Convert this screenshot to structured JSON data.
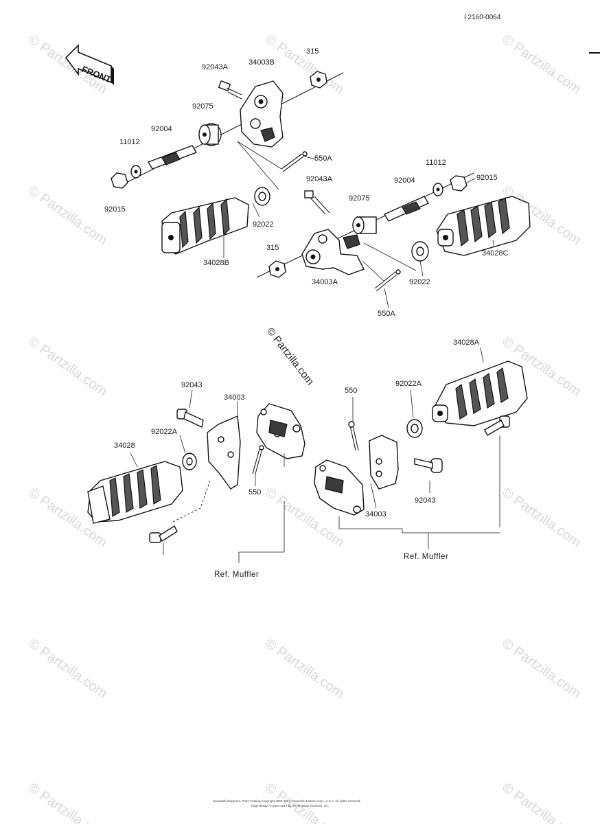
{
  "diagram_id": "I 2160-0064",
  "front_label": "FRONT",
  "watermark_text": "© Partzilla.com",
  "center_watermark": "© Partzilla.com",
  "footer_line_1": "Kawasaki Diagrams, Parts Catalog Copyright 1999-2017, Kawasaki Motors Corp., U.S.A. All rights reserved.",
  "footer_line_2": "Page design © 2004-2017 by ARI Network Services, Inc.",
  "labels": {
    "p92043A_top": "92043A",
    "p34003B": "34003B",
    "p315_top": "315",
    "p92075_left": "92075",
    "p92004_left": "92004",
    "p11012_left": "11012",
    "p550A_top": "550A",
    "p92015_left": "92015",
    "p92022_left": "92022",
    "p34028B": "34028B",
    "p92043A_mid": "92043A",
    "p92075_right": "92075",
    "p92004_right": "92004",
    "p11012_right": "11012",
    "p92015_right": "92015",
    "p315_mid": "315",
    "p34003A": "34003A",
    "p34028C": "34028C",
    "p92022_right": "92022",
    "p550A_mid": "550A",
    "p34028A": "34028A",
    "p92043_left": "92043",
    "p34003_left": "34003",
    "p92022A_left": "92022A",
    "p34028": "34028",
    "p550_left": "550",
    "p550_right": "550",
    "p92022A_right": "92022A",
    "p92043_right": "92043",
    "p34003_right": "34003"
  },
  "refs": {
    "muffler_left": "Ref. Muffler",
    "muffler_right": "Ref. Muffler"
  },
  "colors": {
    "ink": "#1a1a1a",
    "background": "#ffffff",
    "watermark": "#d8d8d8"
  }
}
